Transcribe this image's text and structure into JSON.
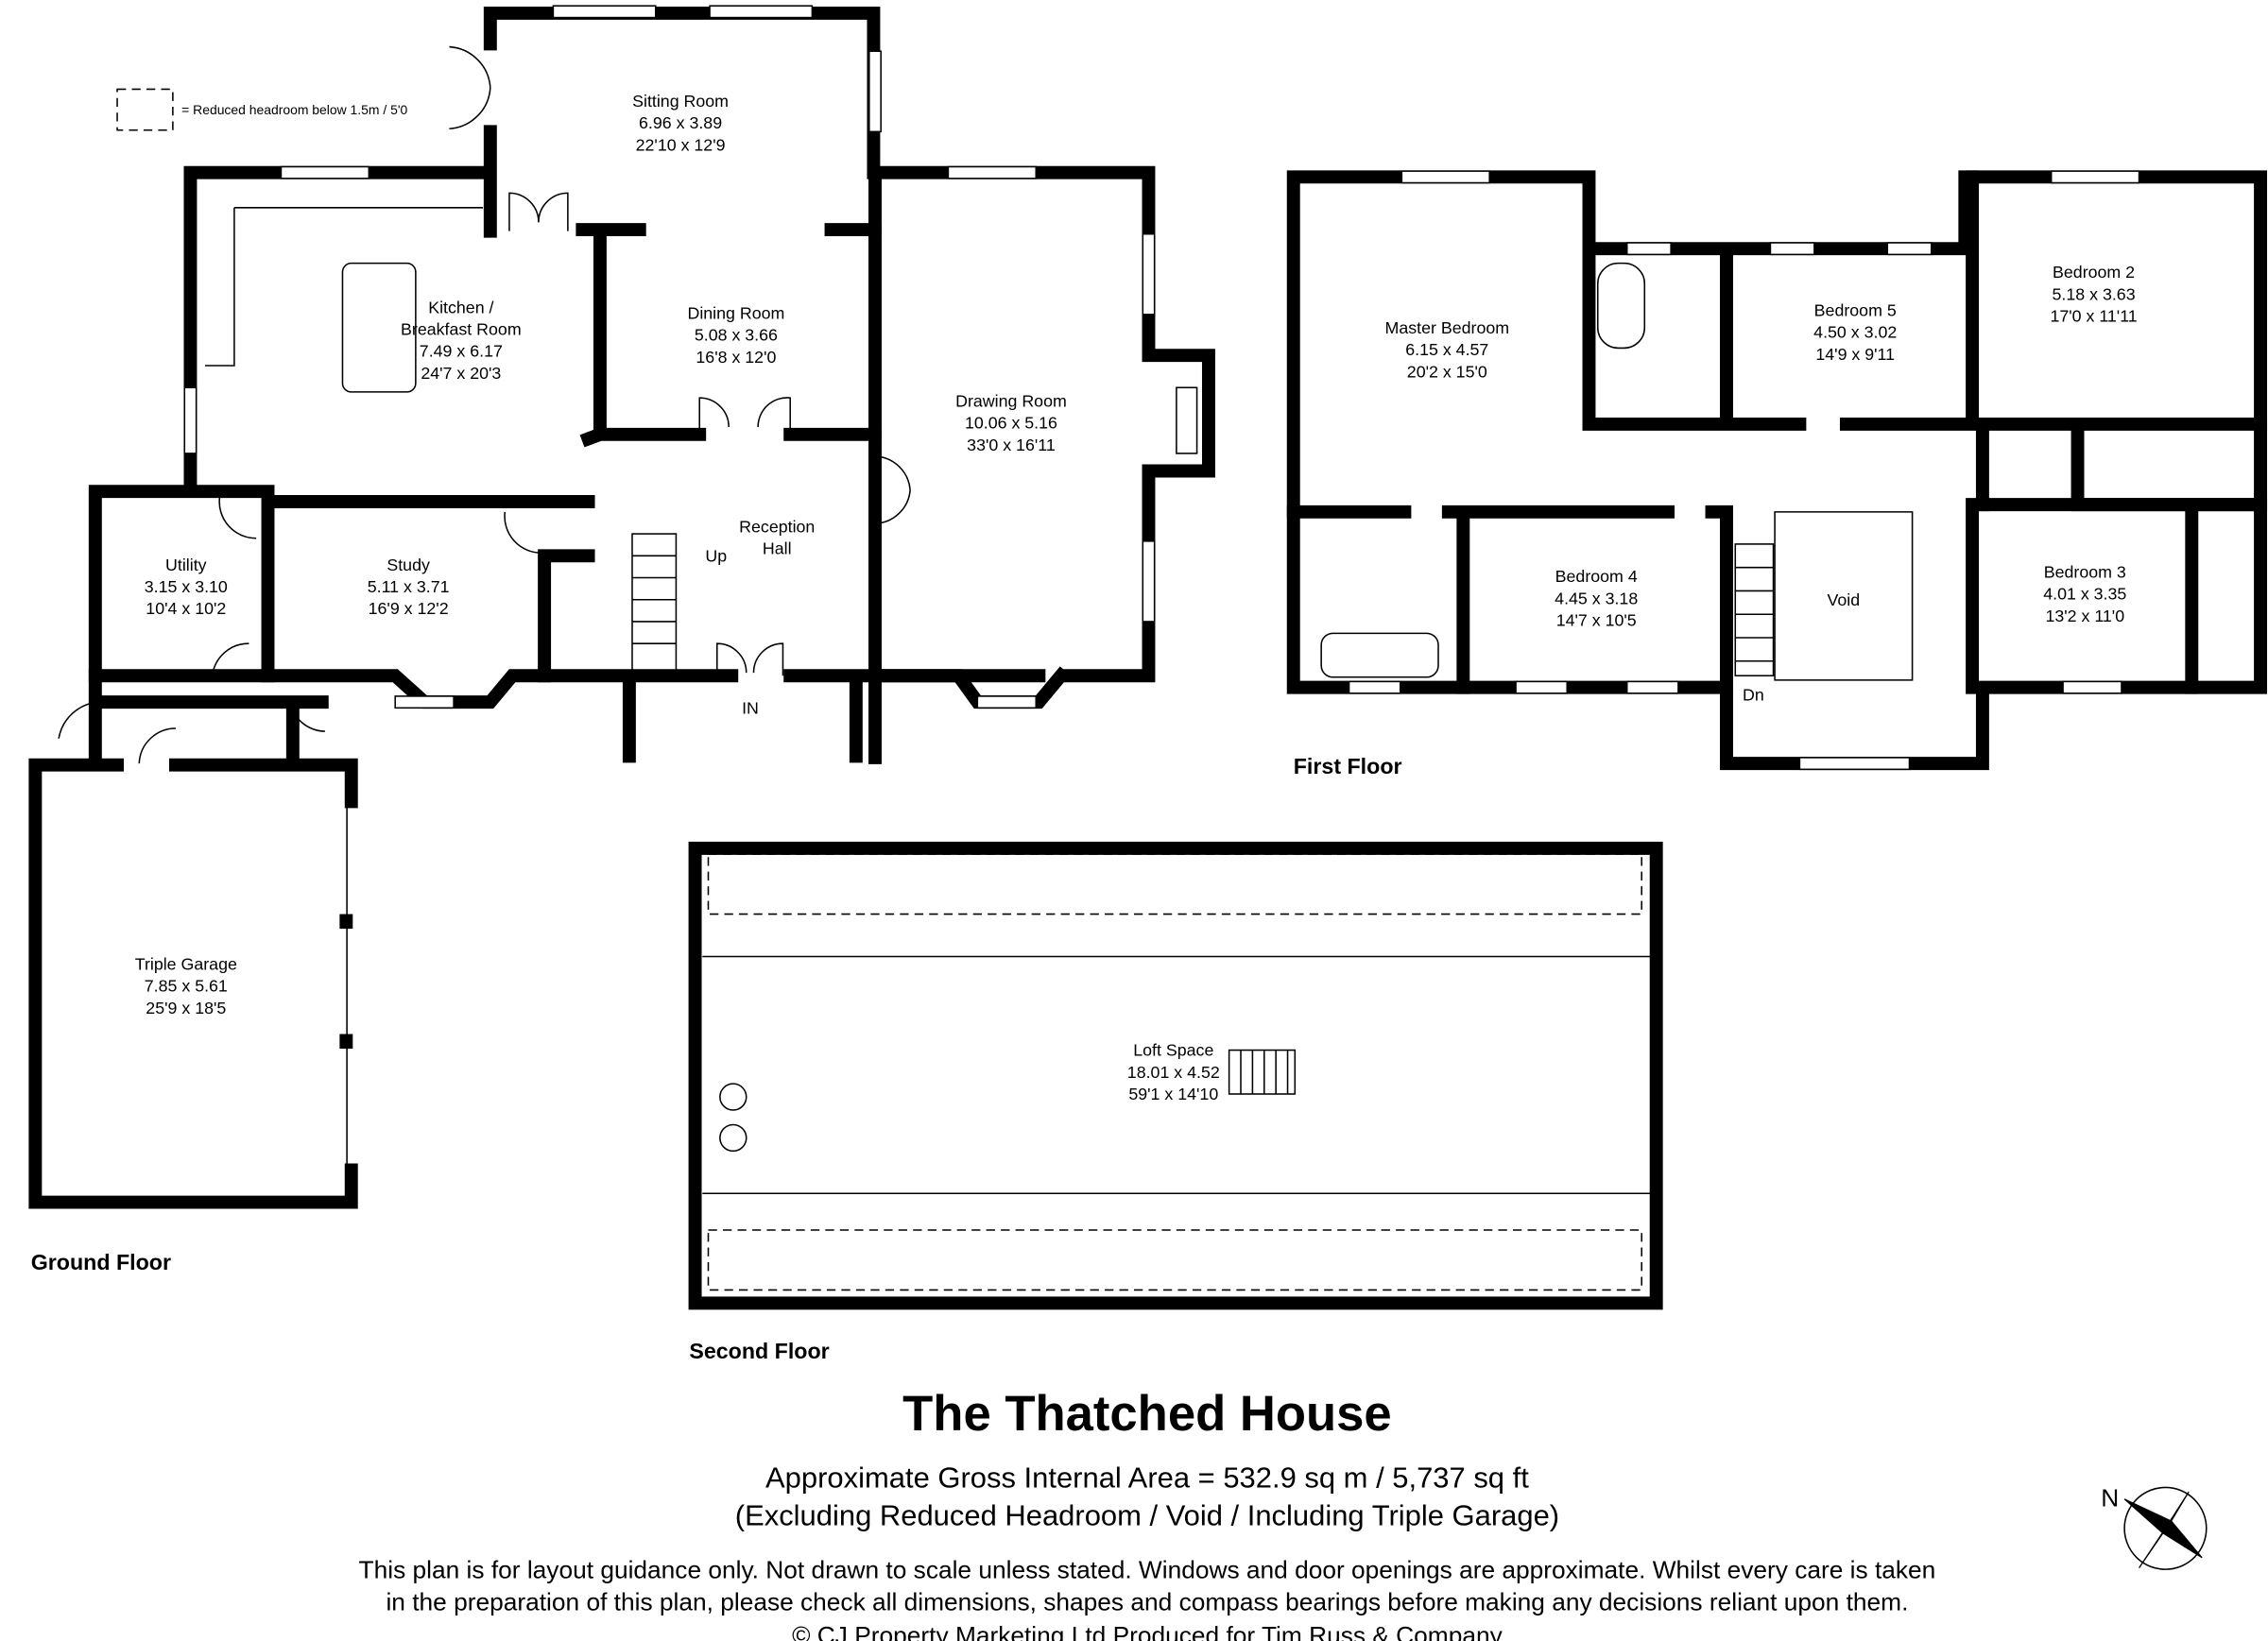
{
  "legend": {
    "text": "= Reduced headroom below 1.5m / 5'0"
  },
  "ground_floor": {
    "label": "Ground Floor",
    "rooms": [
      {
        "name": "Sitting Room",
        "metric": "6.96 x 3.89",
        "imperial": "22'10 x 12'9"
      },
      {
        "name": "Kitchen /",
        "name2": "Breakfast Room",
        "metric": "7.49 x 6.17",
        "imperial": "24'7 x 20'3"
      },
      {
        "name": "Dining Room",
        "metric": "5.08 x 3.66",
        "imperial": "16'8 x 12'0"
      },
      {
        "name": "Drawing Room",
        "metric": "10.06 x 5.16",
        "imperial": "33'0 x 16'11"
      },
      {
        "name": "Reception",
        "name2": "Hall"
      },
      {
        "name": "Utility",
        "metric": "3.15 x 3.10",
        "imperial": "10'4 x 10'2"
      },
      {
        "name": "Study",
        "metric": "5.11 x 3.71",
        "imperial": "16'9 x 12'2"
      },
      {
        "name": "Triple Garage",
        "metric": "7.85 x 5.61",
        "imperial": "25'9 x 18'5"
      }
    ],
    "stair_up": "Up",
    "entrance": "IN"
  },
  "first_floor": {
    "label": "First Floor",
    "rooms": [
      {
        "name": "Master Bedroom",
        "metric": "6.15 x 4.57",
        "imperial": "20'2 x 15'0"
      },
      {
        "name": "Bedroom 5",
        "metric": "4.50 x 3.02",
        "imperial": "14'9 x 9'11"
      },
      {
        "name": "Bedroom 2",
        "metric": "5.18 x 3.63",
        "imperial": "17'0 x 11'11"
      },
      {
        "name": "Bedroom 4",
        "metric": "4.45 x 3.18",
        "imperial": "14'7 x 10'5"
      },
      {
        "name": "Void"
      },
      {
        "name": "Bedroom 3",
        "metric": "4.01 x 3.35",
        "imperial": "13'2 x 11'0"
      }
    ],
    "stair_down": "Dn"
  },
  "second_floor": {
    "label": "Second Floor",
    "rooms": [
      {
        "name": "Loft Space",
        "metric": "18.01 x 4.52",
        "imperial": "59'1 x 14'10"
      }
    ]
  },
  "footer": {
    "title": "The Thatched House",
    "area": "Approximate Gross Internal Area = 532.9 sq m / 5,737 sq ft",
    "area_note": "(Excluding Reduced Headroom / Void / Including Triple Garage)",
    "disclaimer_1": "This plan is for layout guidance only. Not drawn to scale unless stated. Windows and door openings are approximate. Whilst every care is taken",
    "disclaimer_2": "in the preparation of this plan, please check all dimensions, shapes and compass bearings before making any decisions reliant upon them.",
    "copyright": "© CJ Property Marketing Ltd      Produced for Tim Russ & Company"
  },
  "compass": {
    "label": "N",
    "icon": "compass-rose-icon"
  }
}
